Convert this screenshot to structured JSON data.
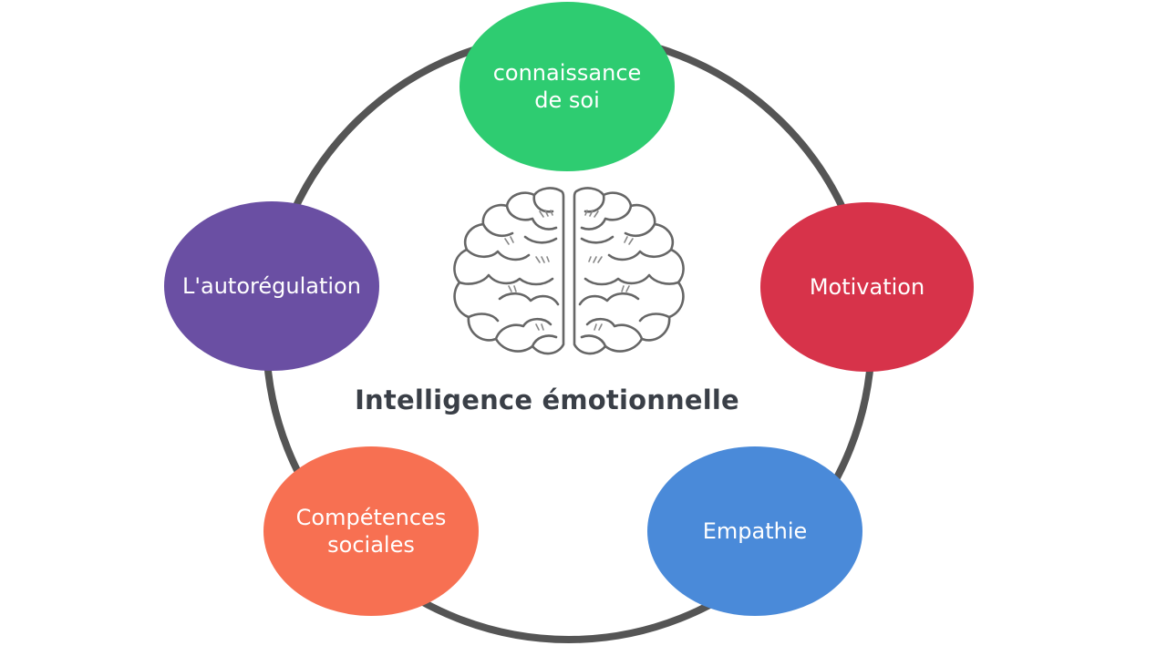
{
  "diagram": {
    "center_label": "Intelligence émotionnelle",
    "nodes": [
      {
        "id": "top",
        "label": "connaissance\nde soi",
        "color": "#2ecc71"
      },
      {
        "id": "right",
        "label": "Motivation",
        "color": "#d7334a"
      },
      {
        "id": "bottom_right",
        "label": "Empathie",
        "color": "#4a8ad9"
      },
      {
        "id": "bottom_left",
        "label": "Compétences\nsociales",
        "color": "#f77052"
      },
      {
        "id": "left",
        "label": "L'autorégulation",
        "color": "#6a4fa3"
      }
    ],
    "icons": {
      "center": "brain-icon"
    },
    "ring_color": "#555555"
  }
}
